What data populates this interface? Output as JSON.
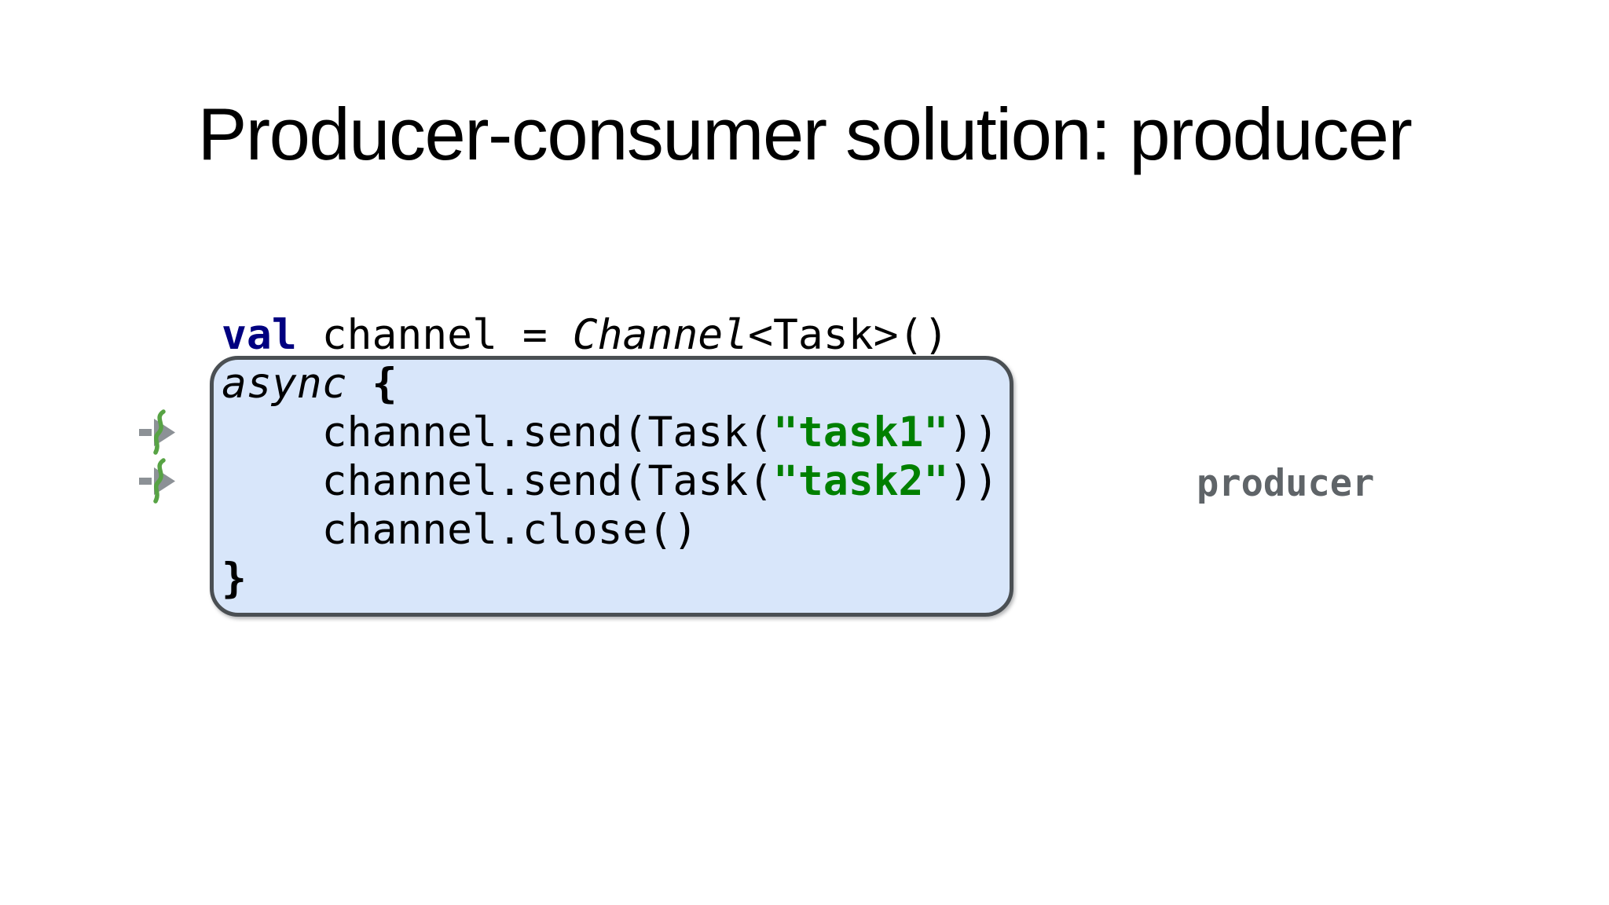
{
  "title": "Producer-consumer solution: producer",
  "code": {
    "language": "kotlin",
    "lines": [
      {
        "tokens": [
          {
            "text": "val",
            "style": "keyword"
          },
          {
            "text": " channel = ",
            "style": "plain"
          },
          {
            "text": "Channel",
            "style": "function"
          },
          {
            "text": "<Task>()",
            "style": "plain"
          }
        ]
      },
      {
        "tokens": [
          {
            "text": "async",
            "style": "function"
          },
          {
            "text": " ",
            "style": "plain"
          },
          {
            "text": "{",
            "style": "brace"
          }
        ]
      },
      {
        "tokens": [
          {
            "text": "    channel.send(Task(",
            "style": "plain"
          },
          {
            "text": "\"task1\"",
            "style": "string"
          },
          {
            "text": "))",
            "style": "plain"
          }
        ]
      },
      {
        "tokens": [
          {
            "text": "    channel.send(Task(",
            "style": "plain"
          },
          {
            "text": "\"task2\"",
            "style": "string"
          },
          {
            "text": "))",
            "style": "plain"
          }
        ]
      },
      {
        "tokens": [
          {
            "text": "    channel.close()",
            "style": "plain"
          }
        ]
      },
      {
        "tokens": [
          {
            "text": "}",
            "style": "brace"
          }
        ]
      }
    ]
  },
  "annotations": {
    "producer_label": "producer"
  },
  "icons": {
    "gutter": [
      {
        "name": "suspend-point-icon",
        "attached_line": 3
      },
      {
        "name": "suspend-point-icon",
        "attached_line": 4
      }
    ]
  },
  "colors": {
    "title_text": "#000000",
    "code_text": "#000000",
    "keyword": "#000080",
    "string": "#008000",
    "box_fill": "#d8e6fa",
    "box_border": "#4a4f53",
    "producer_text": "#5f6468",
    "icon_arrow": "#8c9196",
    "icon_squiggle": "#57a344"
  }
}
